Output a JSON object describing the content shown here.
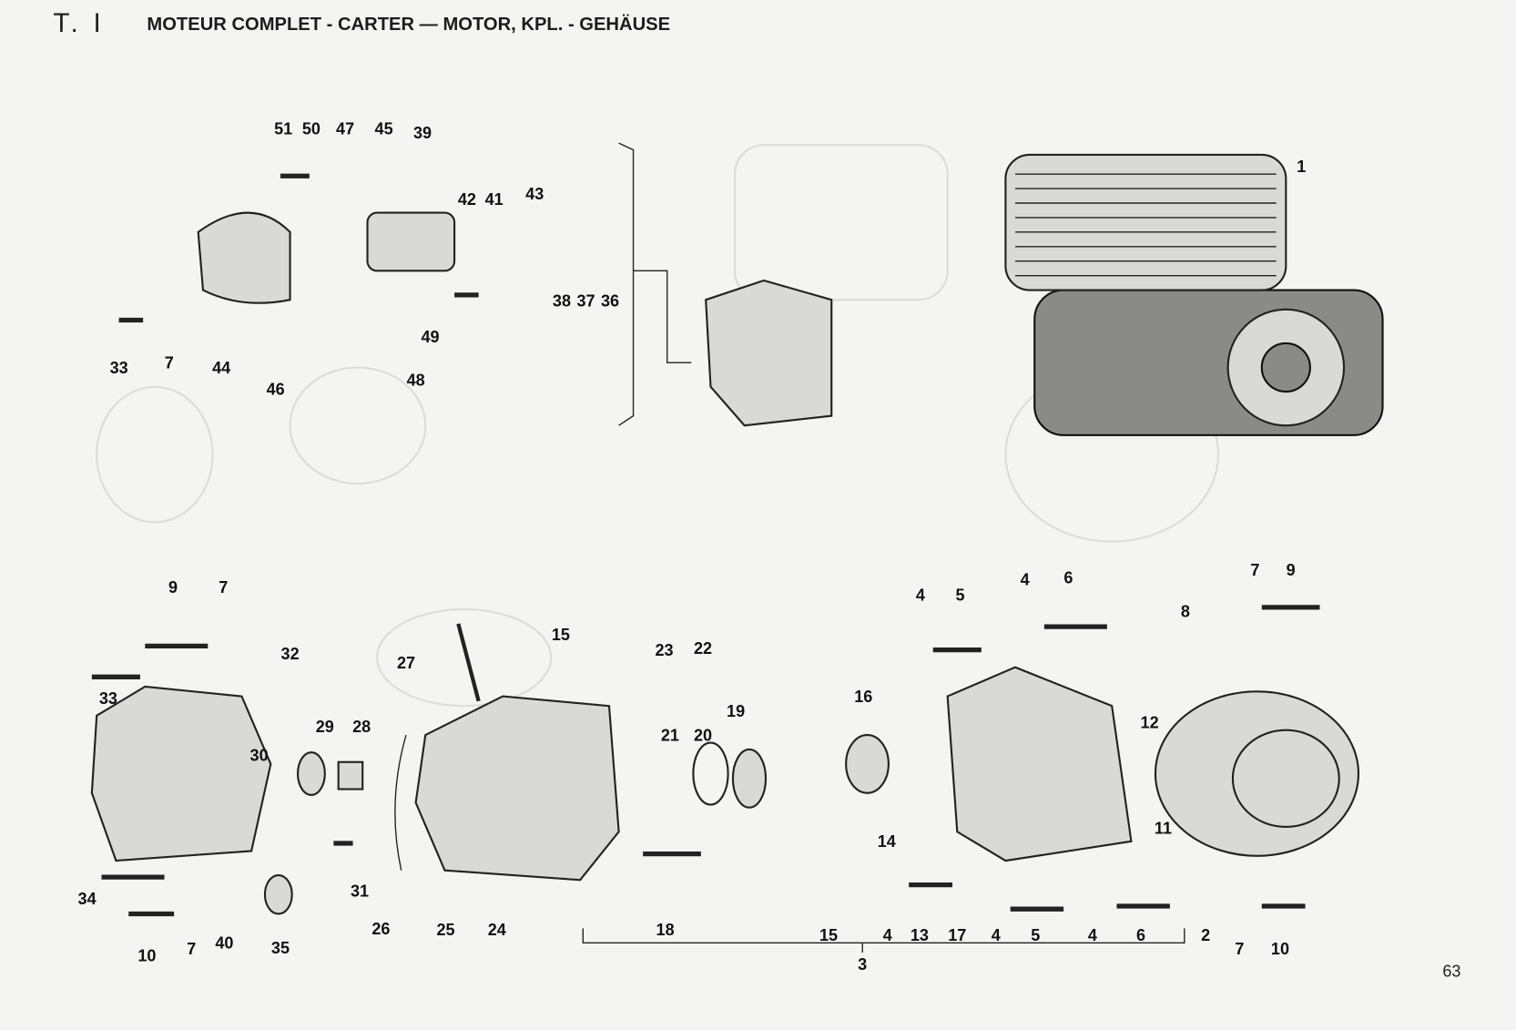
{
  "header": {
    "table_number": "T. I",
    "title": "MOTEUR COMPLET - CARTER — MOTOR, KPL. - GEHÄUSE"
  },
  "page_number": "63",
  "part_labels": [
    "51",
    "50",
    "47",
    "45",
    "39",
    "42",
    "41",
    "43",
    "38",
    "37",
    "36",
    "33",
    "7",
    "44",
    "46",
    "49",
    "48",
    "1",
    "9",
    "7",
    "33",
    "32",
    "27",
    "15",
    "23",
    "22",
    "29",
    "28",
    "30",
    "21",
    "20",
    "19",
    "16",
    "4",
    "5",
    "4",
    "6",
    "7",
    "9",
    "8",
    "12",
    "11",
    "14",
    "18",
    "31",
    "26",
    "25",
    "24",
    "34",
    "10",
    "7",
    "40",
    "35",
    "15",
    "4",
    "13",
    "17",
    "4",
    "5",
    "4",
    "6",
    "2",
    "7",
    "10",
    "3"
  ]
}
